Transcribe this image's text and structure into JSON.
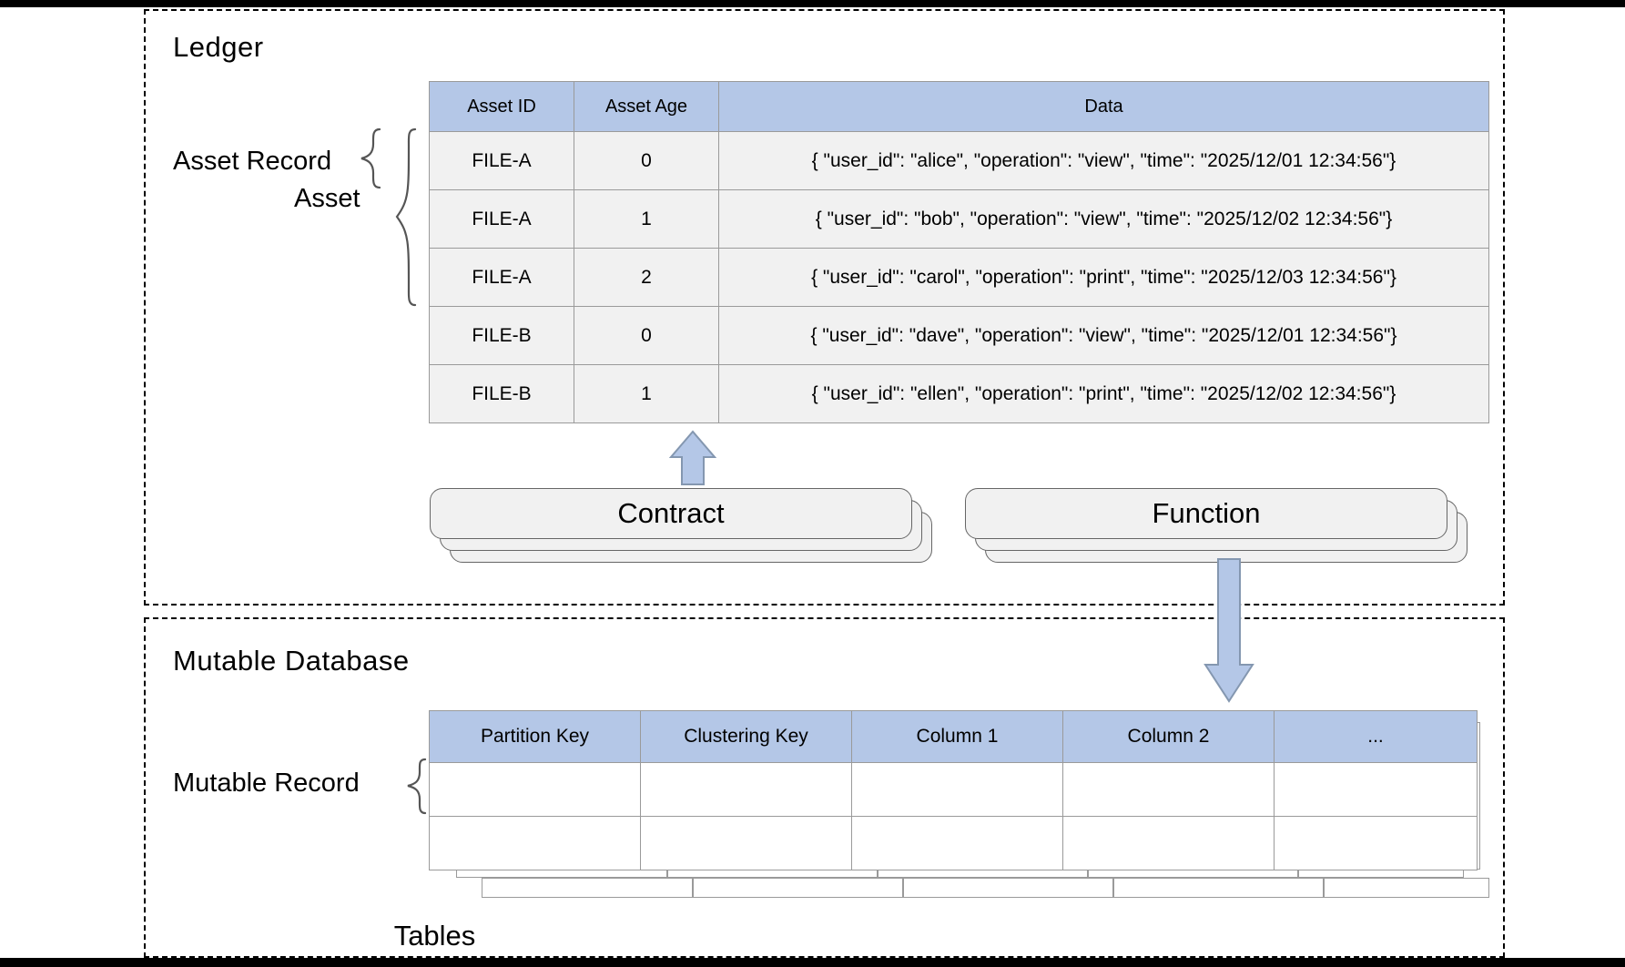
{
  "diagram": {
    "title": "ScalarDL ledger and mutable database structure",
    "colors": {
      "header_fill": "#b4c7e7",
      "row_fill": "#f1f1f1",
      "arrow_fill": "#b4c7e7",
      "arrow_stroke": "#8497b0",
      "box_fill": "#f1f1f1",
      "box_stroke": "#666666",
      "panel_border": "#000000"
    }
  },
  "ledger": {
    "title": "Ledger",
    "annotations": {
      "asset_record": "Asset Record",
      "asset": "Asset"
    },
    "table": {
      "headers": [
        "Asset ID",
        "Asset Age",
        "Data"
      ],
      "rows": [
        {
          "asset_id": "FILE-A",
          "asset_age": "0",
          "data": "{ \"user_id\": \"alice\", \"operation\": \"view\", \"time\": \"2025/12/01 12:34:56\"}"
        },
        {
          "asset_id": "FILE-A",
          "asset_age": "1",
          "data": "{ \"user_id\": \"bob\", \"operation\": \"view\", \"time\": \"2025/12/02 12:34:56\"}"
        },
        {
          "asset_id": "FILE-A",
          "asset_age": "2",
          "data": "{ \"user_id\": \"carol\", \"operation\": \"print\", \"time\": \"2025/12/03 12:34:56\"}"
        },
        {
          "asset_id": "FILE-B",
          "asset_age": "0",
          "data": "{ \"user_id\": \"dave\", \"operation\": \"view\", \"time\": \"2025/12/01 12:34:56\"}"
        },
        {
          "asset_id": "FILE-B",
          "asset_age": "1",
          "data": "{ \"user_id\": \"ellen\", \"operation\": \"print\", \"time\": \"2025/12/02 12:34:56\"}"
        }
      ]
    },
    "contract": {
      "label": "Contract"
    },
    "function": {
      "label": "Function"
    }
  },
  "mutable": {
    "title": "Mutable Database",
    "annotations": {
      "mutable_record": "Mutable Record"
    },
    "table": {
      "headers": [
        "Partition Key",
        "Clustering Key",
        "Column 1",
        "Column 2",
        "..."
      ],
      "rows": [
        [
          "",
          "",
          "",
          "",
          ""
        ],
        [
          "",
          "",
          "",
          "",
          ""
        ]
      ]
    },
    "caption": "Tables"
  }
}
